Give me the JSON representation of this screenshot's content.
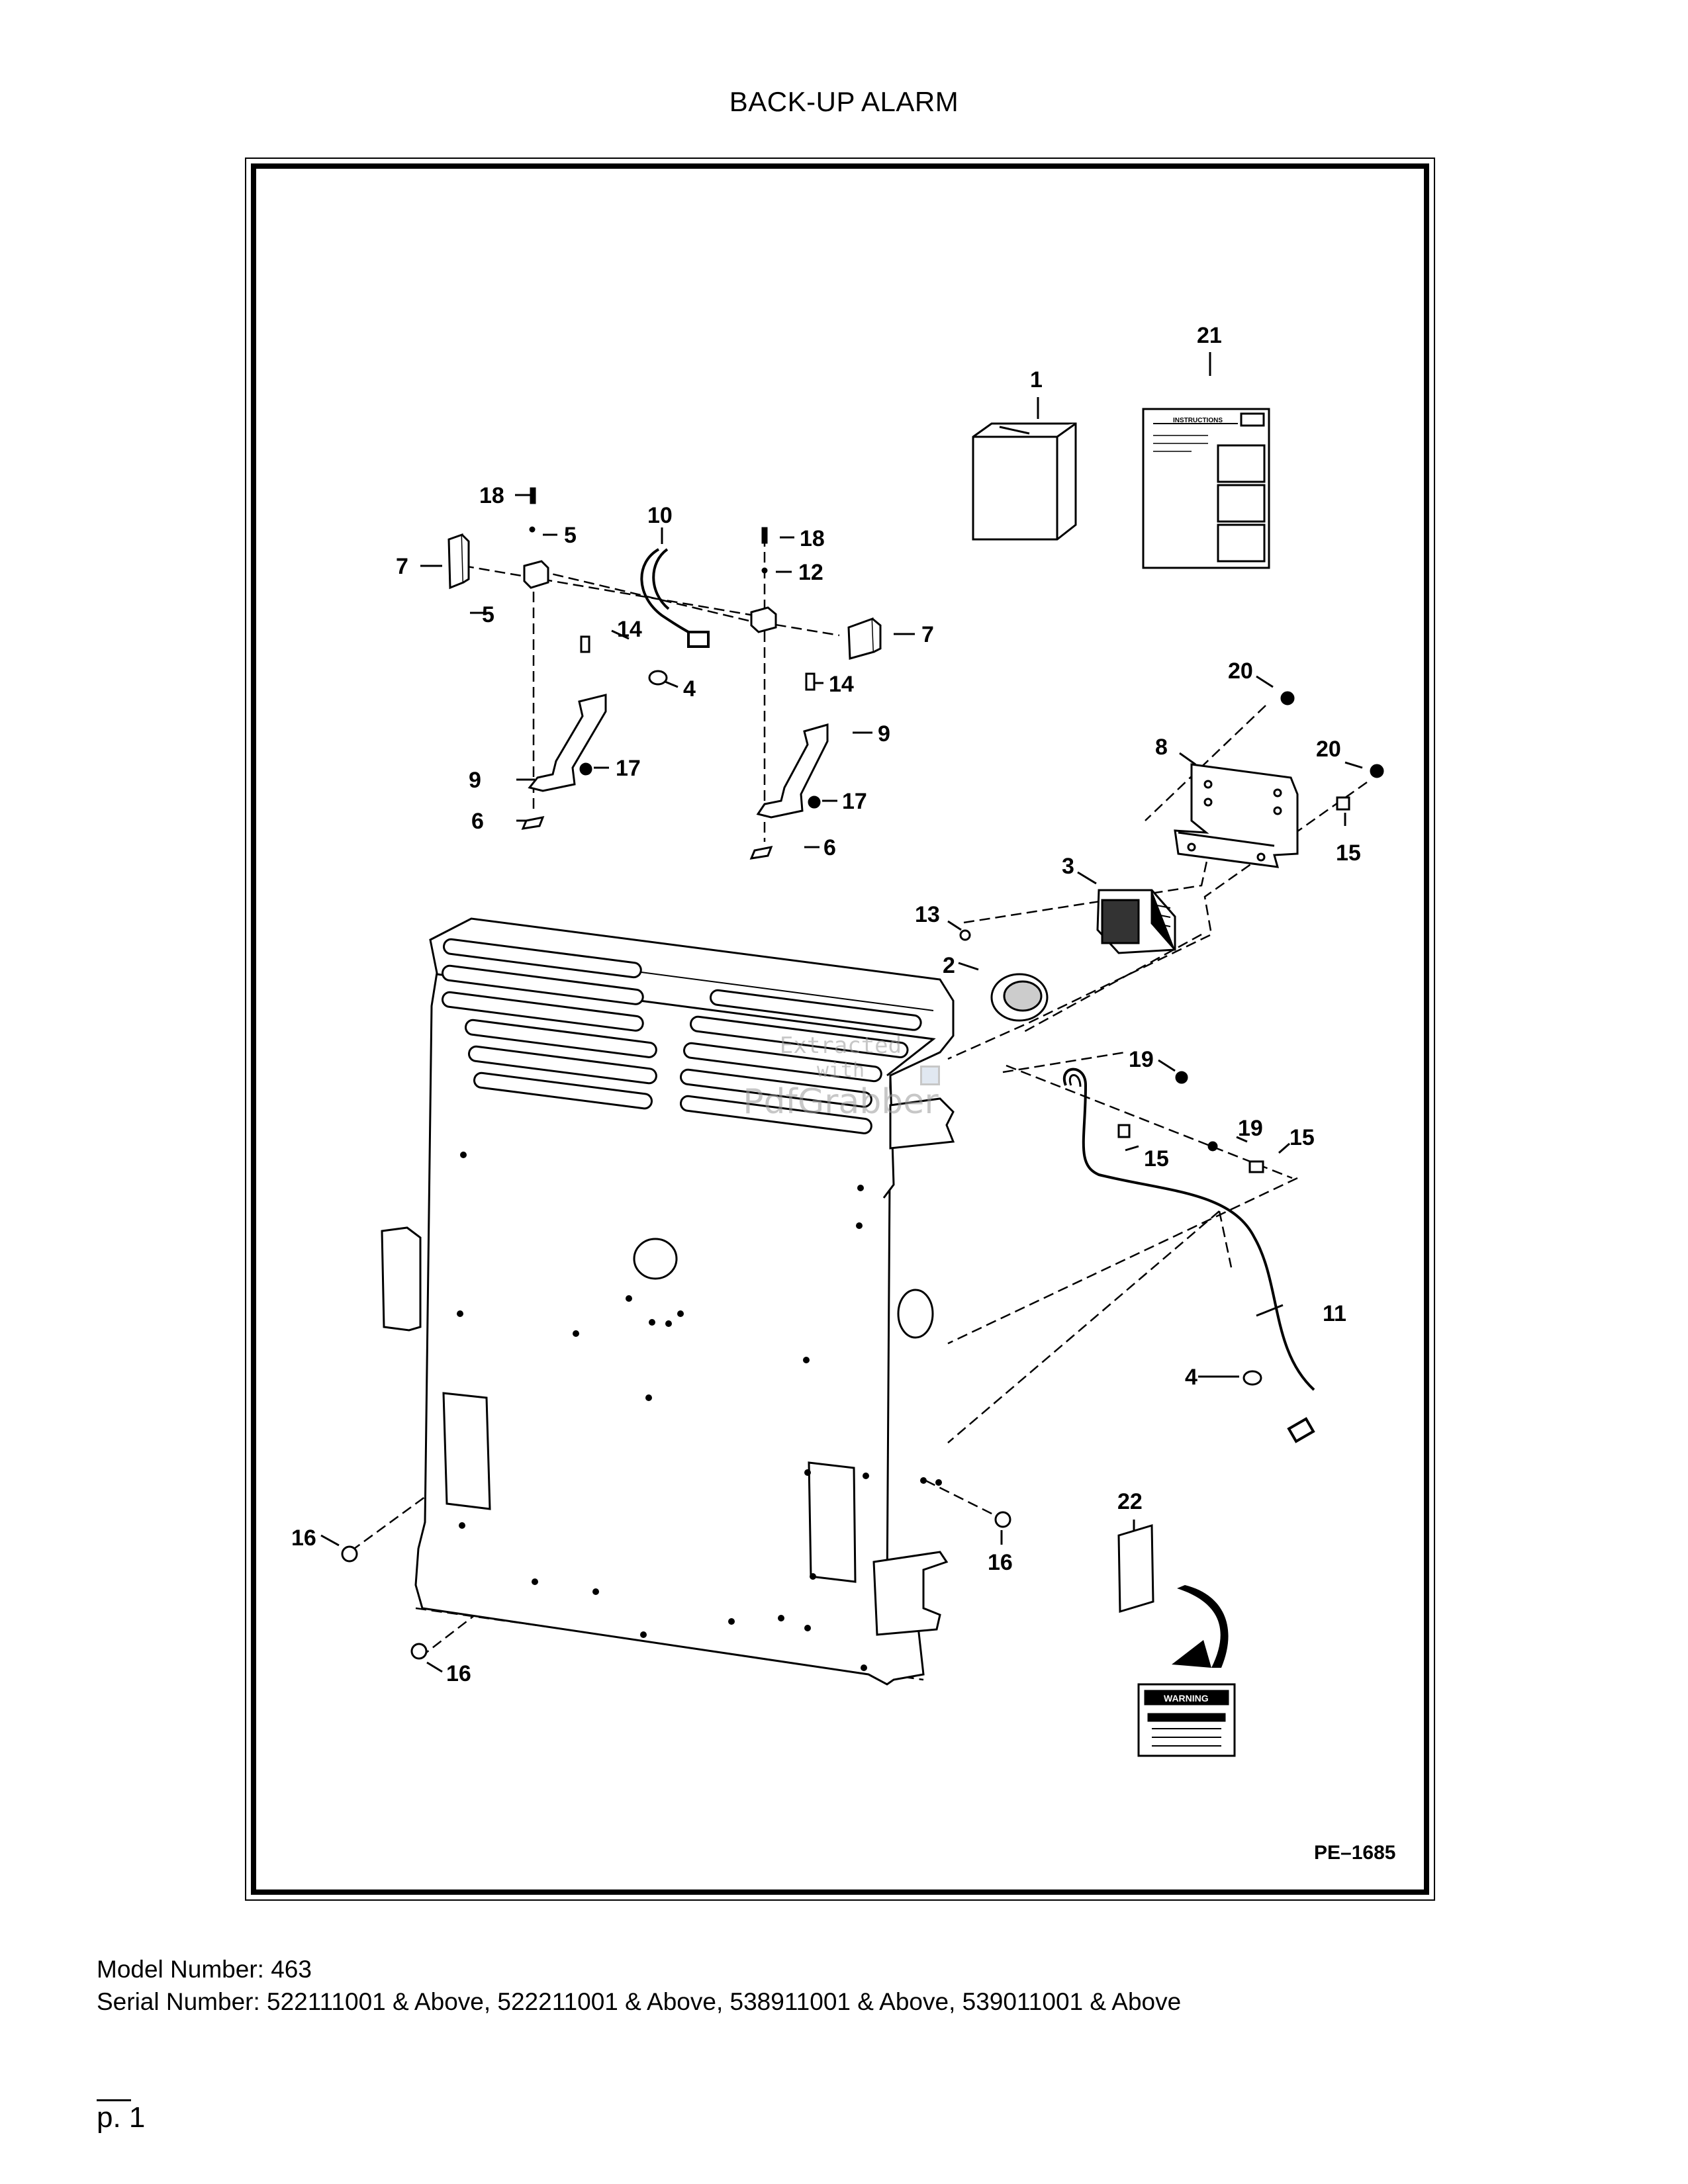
{
  "page": {
    "title": "BACK-UP ALARM",
    "drawing_code": "PE–1685",
    "model_number": "Model Number: 463",
    "serial_number": "Serial Number: 522111001 & Above, 522211001 & Above, 538911001 & Above, 539011001 & Above",
    "page_number": "p. 1"
  },
  "watermark": {
    "line1": "Extracted",
    "line2": "with",
    "line3": "PdfGrabber"
  },
  "callouts": [
    "1",
    "21",
    "18",
    "5",
    "10",
    "18",
    "12",
    "7",
    "5",
    "14",
    "7",
    "4",
    "14",
    "9",
    "9",
    "17",
    "17",
    "6",
    "6",
    "20",
    "8",
    "20",
    "15",
    "3",
    "13",
    "2",
    "19",
    "19",
    "15",
    "15",
    "11",
    "4",
    "22",
    "16",
    "16",
    "16"
  ],
  "decals": {
    "instructions": "INSTRUCTIONS",
    "warning": "WARNING"
  }
}
